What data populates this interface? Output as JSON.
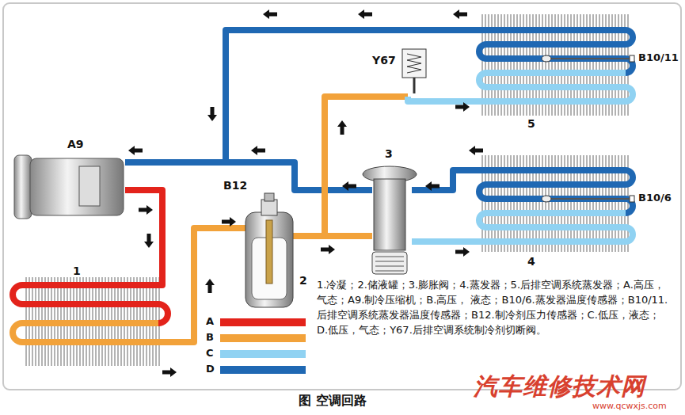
{
  "diagram": {
    "caption": "图 空调回路",
    "labels": [
      "A9",
      "1",
      "B12",
      "2",
      "3",
      "Y67",
      "5",
      "B10/11",
      "4",
      "B10/6",
      "1.冷凝；2.储液罐；3.膨胀阀；4.蒸发器；5.后排空调系统蒸发器；A.高压，气态；A9.制冷压缩机；B.高压， 液态；B10/6.蒸发器温度传感器；B10/11.后排空调系统蒸发器温度传感器；B12.制冷剂压力传感器；C.低压，液态；D.低压，气态；Y67.后排空调系统制冷剂切断阀。",
      "汽车维修技术网",
      "www.qcwxjs.com"
    ],
    "legend": [
      {
        "text": "A",
        "color": "#e3231b"
      },
      {
        "text": "B",
        "color": "#f2a23a"
      },
      {
        "text": "C",
        "color": "#90d2f2"
      },
      {
        "text": "D",
        "color": "#1f68b3"
      }
    ]
  }
}
